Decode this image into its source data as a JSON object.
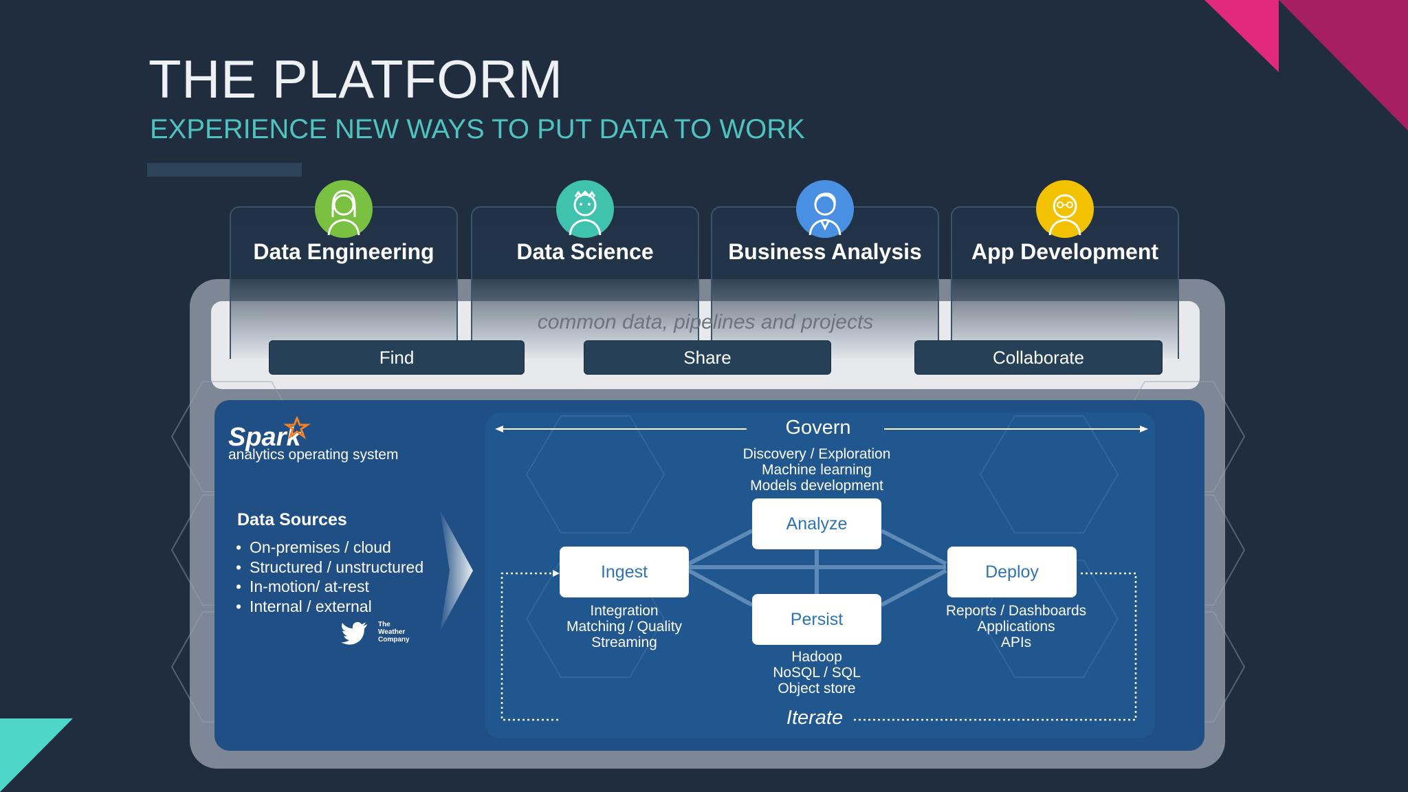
{
  "header": {
    "title": "THE PLATFORM",
    "subtitle": "EXPERIENCE NEW WAYS TO PUT DATA TO WORK"
  },
  "roles": [
    {
      "label": "Data Engineering",
      "icon": "data-engineer-avatar-icon",
      "color": "#7ac142"
    },
    {
      "label": "Data Science",
      "icon": "data-scientist-avatar-icon",
      "color": "#3fc3ae"
    },
    {
      "label": "Business Analysis",
      "icon": "business-analyst-avatar-icon",
      "color": "#4a90e2"
    },
    {
      "label": "App Development",
      "icon": "app-developer-avatar-icon",
      "color": "#f2c200"
    }
  ],
  "common": {
    "text": "common data, pipelines and projects",
    "actions": [
      "Find",
      "Share",
      "Collaborate"
    ]
  },
  "spark": {
    "logo_text": "Spark",
    "subtitle": "analytics operating system"
  },
  "data_sources": {
    "title": "Data Sources",
    "items": [
      "On-premises / cloud",
      "Structured / unstructured",
      "In-motion/ at-rest",
      "Internal / external"
    ],
    "logo_weather": [
      "The",
      "Weather",
      "Company"
    ]
  },
  "lifecycle": {
    "govern": "Govern",
    "analyze_caption": [
      "Discovery / Exploration",
      "Machine learning",
      "Models development"
    ],
    "nodes": {
      "analyze": "Analyze",
      "ingest": "Ingest",
      "persist": "Persist",
      "deploy": "Deploy"
    },
    "ingest_caption": [
      "Integration",
      "Matching / Quality",
      "Streaming"
    ],
    "persist_caption": [
      "Hadoop",
      "NoSQL / SQL",
      "Object store"
    ],
    "deploy_caption": [
      "Reports / Dashboards",
      "Applications",
      "APIs"
    ],
    "iterate": "Iterate"
  },
  "colors": {
    "background": "#1f2d3f",
    "accent_teal": "#4ec3c0",
    "accent_pink": "#e0297f",
    "spark_blue": "#1f4f85",
    "node_text": "#2e74b5"
  }
}
